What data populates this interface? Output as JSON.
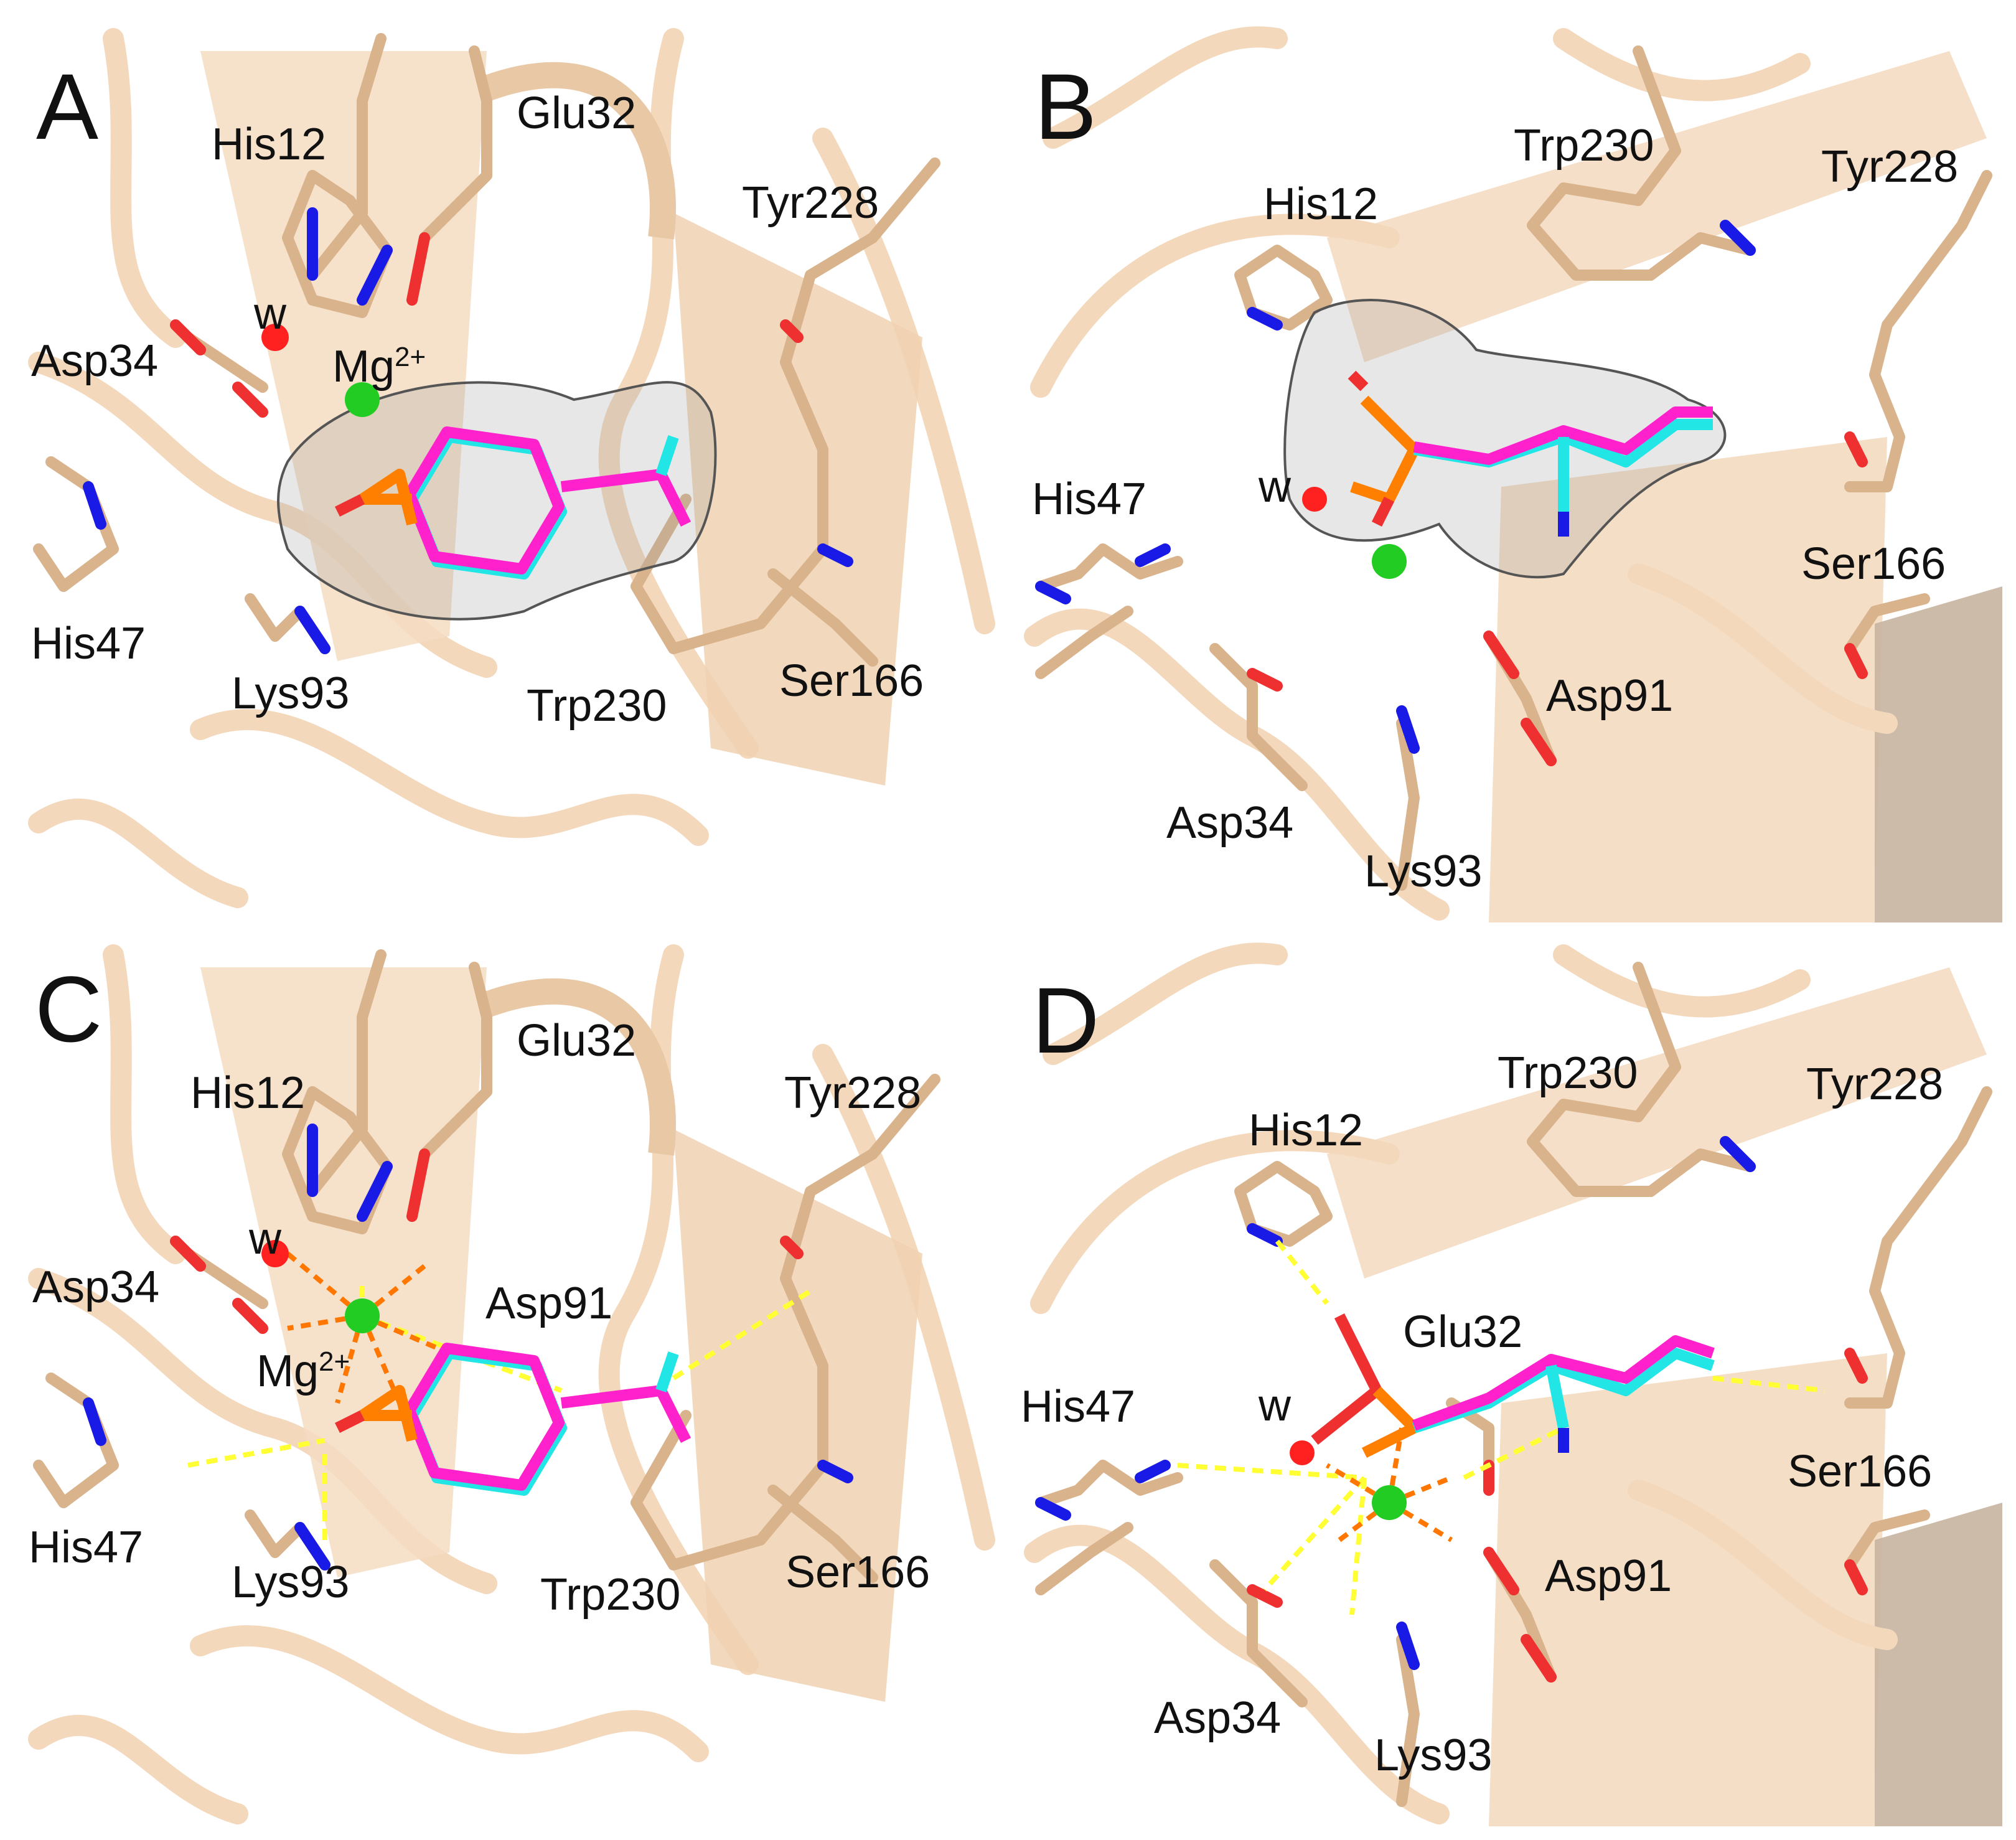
{
  "colors": {
    "ribbon": "#f5dcc2",
    "ribbon_dark": "#e9c8a6",
    "carbon": "#d9b38c",
    "oxygen": "#ee3030",
    "nitrogen": "#1a1ae6",
    "phosphorus": "#ff8000",
    "magnesium": "#22cc22",
    "water": "#ff2020",
    "ligand_a": "#ff22cc",
    "ligand_b": "#22e6e6",
    "density_mesh": "#555555",
    "hbond": "#ffff33",
    "coordination": "#ff7700"
  },
  "panels": [
    {
      "letter": "A",
      "labels": {
        "his12": "His12",
        "glu32": "Glu32",
        "tyr228": "Tyr228",
        "water": "w",
        "asp34": "Asp34",
        "mg": "Mg",
        "mg_charge": "2+",
        "his47": "His47",
        "lys93": "Lys93",
        "trp230": "Trp230",
        "ser166": "Ser166"
      }
    },
    {
      "letter": "B",
      "labels": {
        "trp230": "Trp230",
        "tyr228": "Tyr228",
        "his12": "His12",
        "his47": "His47",
        "water": "w",
        "ser166": "Ser166",
        "asp91": "Asp91",
        "asp34": "Asp34",
        "lys93": "Lys93"
      }
    },
    {
      "letter": "C",
      "labels": {
        "glu32": "Glu32",
        "his12": "His12",
        "tyr228": "Tyr228",
        "water": "w",
        "asp34": "Asp34",
        "asp91": "Asp91",
        "mg": "Mg",
        "mg_charge": "2+",
        "his47": "His47",
        "lys93": "Lys93",
        "trp230": "Trp230",
        "ser166": "Ser166"
      }
    },
    {
      "letter": "D",
      "labels": {
        "trp230": "Trp230",
        "tyr228": "Tyr228",
        "his12": "His12",
        "glu32": "Glu32",
        "water": "w",
        "his47": "His47",
        "ser166": "Ser166",
        "asp91": "Asp91",
        "asp34": "Asp34",
        "lys93": "Lys93"
      }
    }
  ]
}
